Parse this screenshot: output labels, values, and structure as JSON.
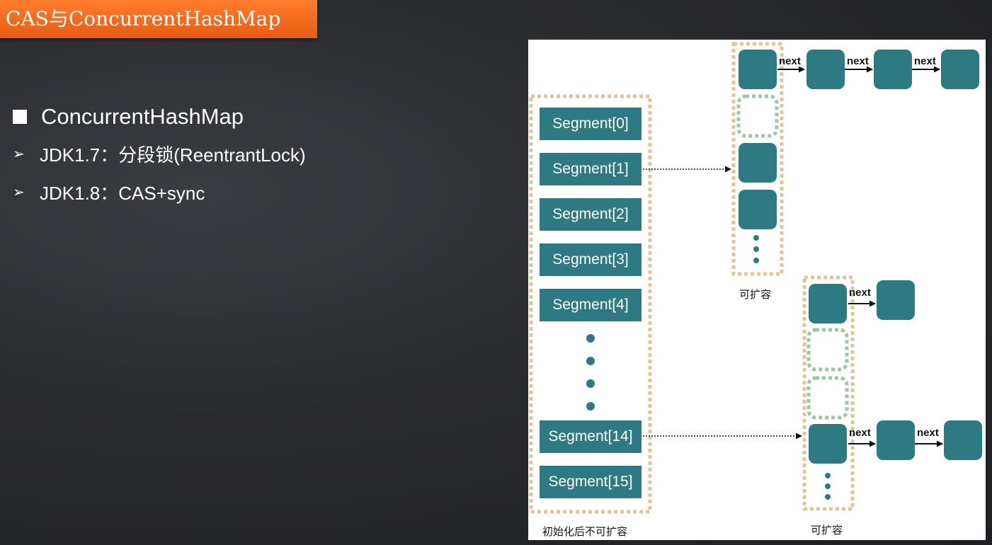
{
  "title": "CAS与ConcurrentHashMap",
  "bullets": {
    "main": "ConcurrentHashMap",
    "items": [
      "JDK1.7：分段锁(ReentrantLock)",
      "JDK1.8：CAS+sync"
    ]
  },
  "diagram": {
    "segments": [
      "Segment[0]",
      "Segment[1]",
      "Segment[2]",
      "Segment[3]",
      "Segment[4]",
      "Segment[14]",
      "Segment[15]"
    ],
    "next_label": "next",
    "caption_segments": "初始化后不可扩容",
    "caption_expandable_top": "可扩容",
    "caption_expandable_bottom": "可扩容",
    "colors": {
      "node": "#2d7a82",
      "segment_border": "#e2c49a",
      "empty_slot_border": "#9cc7a6"
    }
  }
}
